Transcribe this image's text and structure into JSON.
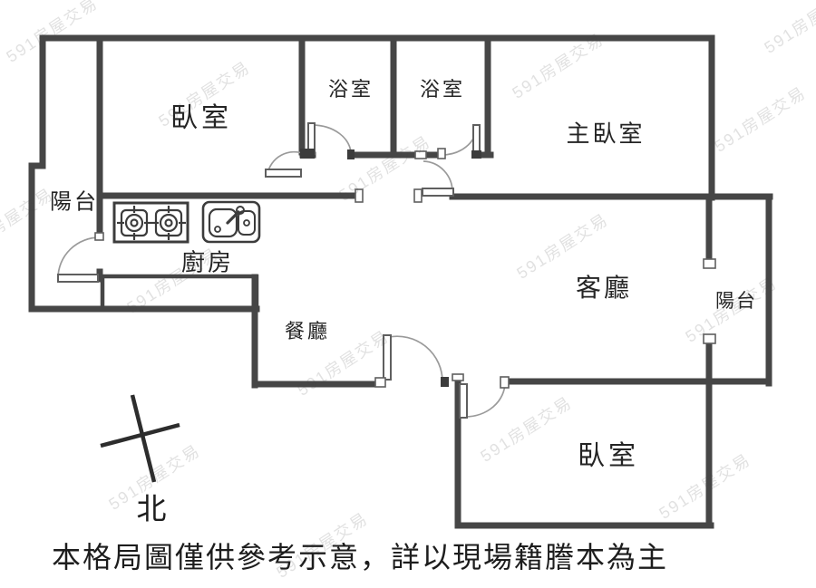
{
  "plan": {
    "title": "apartment-floor-plan",
    "disclaimer": "本格局圖僅供參考示意，詳以現場籍謄本為主",
    "compass_label": "北"
  },
  "watermark": {
    "text": "591房屋交易"
  },
  "rooms": {
    "bedroom_top_left": {
      "label": "臥室"
    },
    "bathroom_1": {
      "label": "浴室"
    },
    "bathroom_2": {
      "label": "浴室"
    },
    "master_bedroom": {
      "label": "主臥室"
    },
    "balcony_left": {
      "label": "陽台"
    },
    "kitchen": {
      "label": "廚房"
    },
    "dining_room": {
      "label": "餐廳"
    },
    "living_room": {
      "label": "客廳"
    },
    "balcony_right": {
      "label": "陽台"
    },
    "bedroom_bottom": {
      "label": "臥室"
    }
  },
  "icons": {
    "stove": "two-burner-gas-stove",
    "sink": "double-basin-kitchen-sink",
    "compass": "north-cross"
  },
  "colors": {
    "wall": "#464646",
    "door_arc": "#9a9a9a",
    "fixture_stroke": "#3c3c3c",
    "text": "#242424",
    "watermark": "rgba(70,70,70,0.16)"
  }
}
